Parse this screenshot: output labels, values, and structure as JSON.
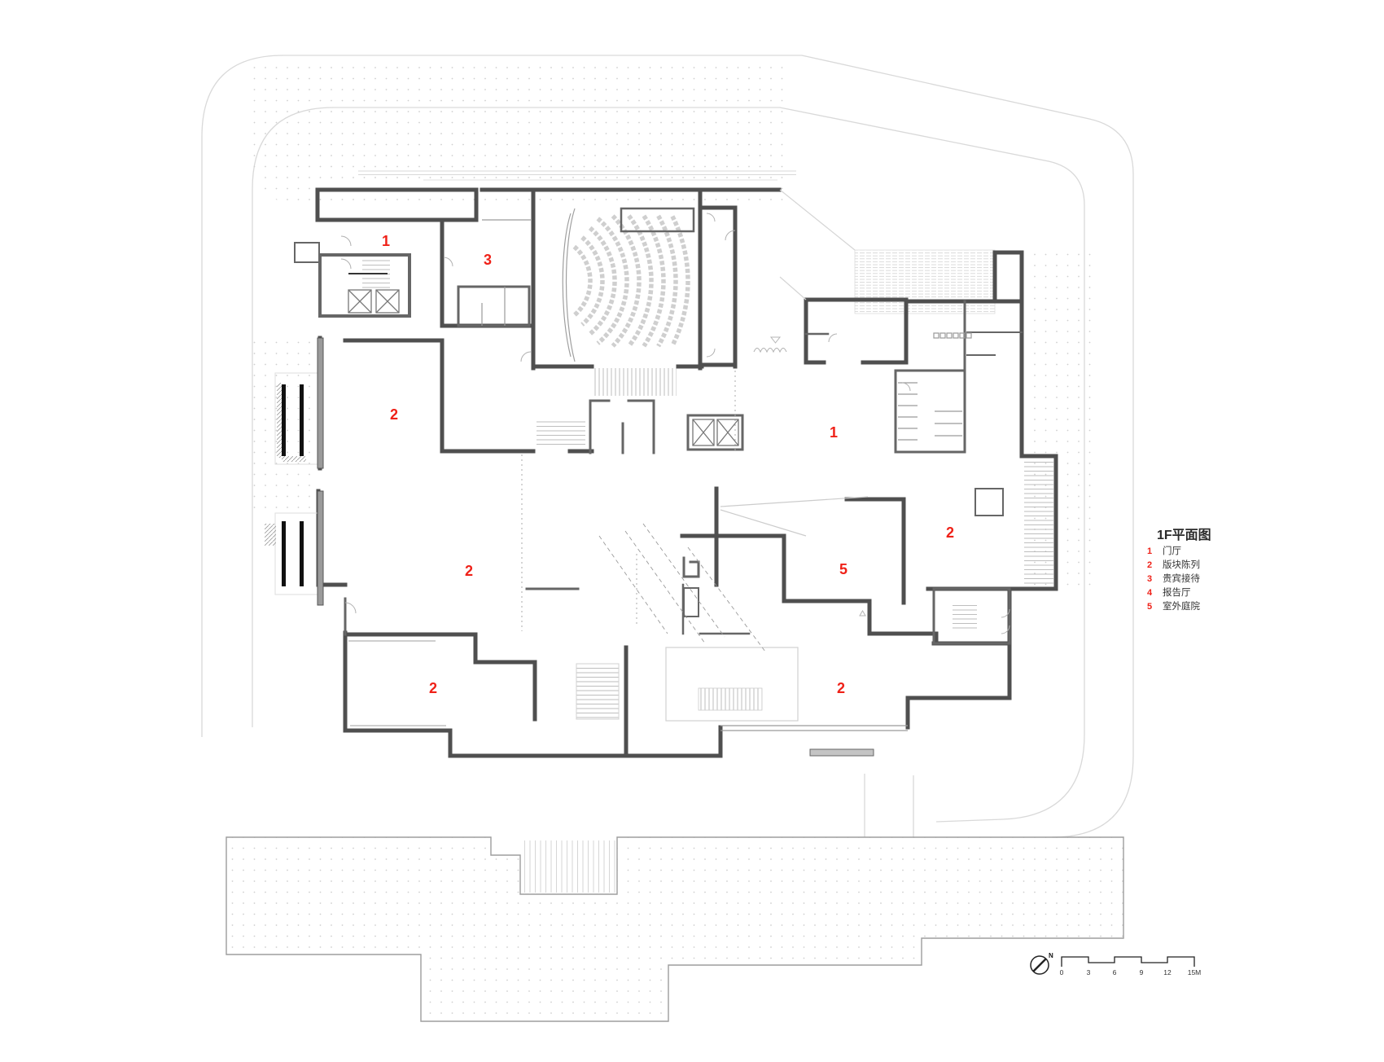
{
  "drawing": {
    "type": "architectural-floor-plan",
    "floor": "1F"
  },
  "legend": {
    "title": "1F平面图",
    "items": [
      {
        "num": "1",
        "label": "门厅"
      },
      {
        "num": "2",
        "label": "版块陈列"
      },
      {
        "num": "3",
        "label": "贵宾接待"
      },
      {
        "num": "4",
        "label": "报告厅"
      },
      {
        "num": "5",
        "label": "室外庭院"
      }
    ]
  },
  "plan_labels": [
    {
      "value": "1"
    },
    {
      "value": "3"
    },
    {
      "value": "2"
    },
    {
      "value": "1"
    },
    {
      "value": "2"
    },
    {
      "value": "2"
    },
    {
      "value": "5"
    },
    {
      "value": "2"
    },
    {
      "value": "2"
    }
  ],
  "compass": {
    "label": "N"
  },
  "scale_bar": {
    "ticks": [
      "0",
      "3",
      "6",
      "9",
      "12",
      "15M"
    ]
  },
  "colors": {
    "accent_red": "#ef2118",
    "wall_dark": "#4f4f4f",
    "road_gray": "#d9d9d9",
    "dot_gray": "#cfcfcf"
  }
}
